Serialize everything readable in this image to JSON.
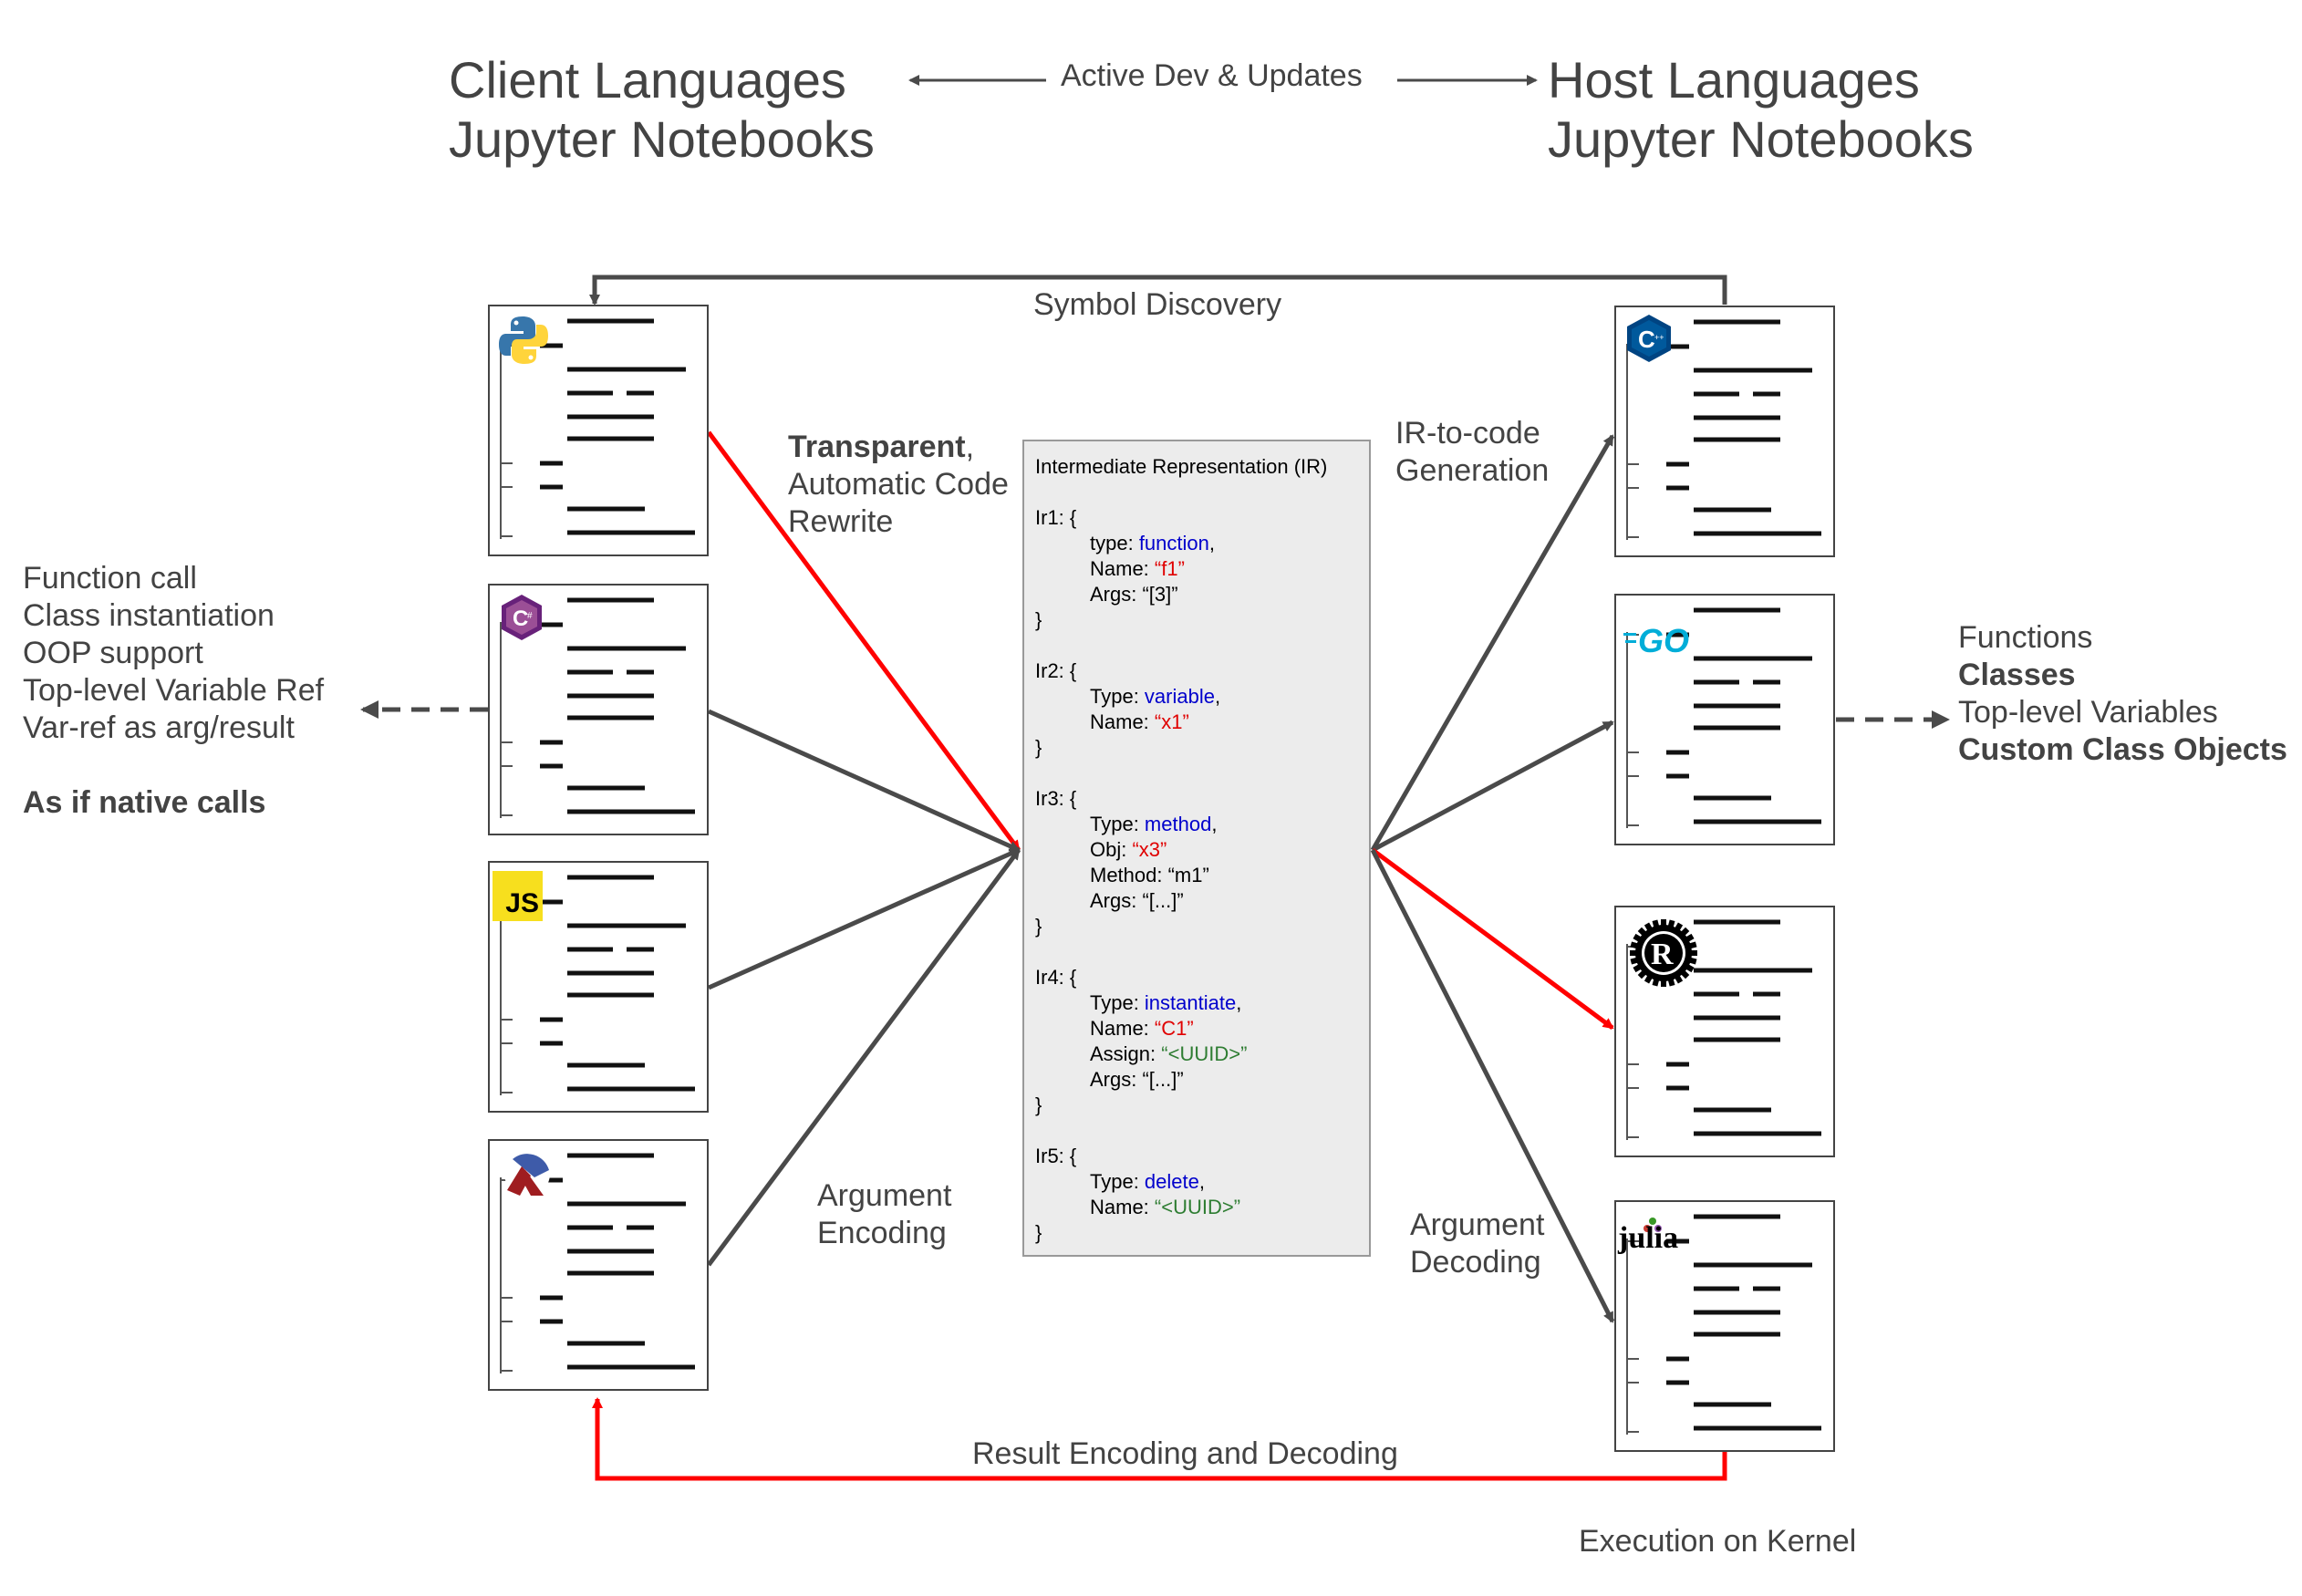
{
  "header": {
    "client_line1": "Client Languages",
    "client_line2": "Jupyter Notebooks",
    "host_line1": "Host Languages",
    "host_line2": "Jupyter Notebooks",
    "active_dev": "Active Dev & Updates"
  },
  "labels": {
    "symbol_discovery": "Symbol Discovery",
    "transparent_bold": "Transparent",
    "transparent_rest": ",",
    "automatic_code": "Automatic Code",
    "rewrite": "Rewrite",
    "ir_to_code_1": "IR-to-code",
    "ir_to_code_2": "Generation",
    "arg_encoding_1": "Argument",
    "arg_encoding_2": "Encoding",
    "arg_decoding_1": "Argument",
    "arg_decoding_2": "Decoding",
    "result_encoding": "Result Encoding and Decoding",
    "execution_on_kernel": "Execution on Kernel"
  },
  "left_features": {
    "items": [
      "Function call",
      "Class instantiation",
      "OOP support",
      "Top-level Variable Ref",
      "Var-ref as arg/result"
    ],
    "emphasis": "As if native calls"
  },
  "right_features": {
    "items": [
      {
        "text": "Functions",
        "bold": false
      },
      {
        "text": "Classes",
        "bold": true
      },
      {
        "text": "Top-level Variables",
        "bold": false
      },
      {
        "text": "Custom Class Objects",
        "bold": true
      }
    ]
  },
  "ir": {
    "title": "Intermediate Representation (IR)",
    "blocks": [
      {
        "open": "Ir1: {",
        "rows": [
          {
            "key": "type: ",
            "val": "function",
            "cls": "kw",
            "tail": ","
          },
          {
            "key": "Name: ",
            "val": "“f1”",
            "cls": "str",
            "tail": ""
          },
          {
            "key": "Args: “[3]”",
            "val": "",
            "cls": "",
            "tail": ""
          }
        ]
      },
      {
        "open": "Ir2: {",
        "rows": [
          {
            "key": "Type: ",
            "val": "variable",
            "cls": "kw",
            "tail": ","
          },
          {
            "key": "Name: ",
            "val": "“x1”",
            "cls": "str",
            "tail": ""
          }
        ]
      },
      {
        "open": "Ir3: {",
        "rows": [
          {
            "key": "Type: ",
            "val": "method",
            "cls": "kw",
            "tail": ","
          },
          {
            "key": "Obj: ",
            "val": "“x3”",
            "cls": "str",
            "tail": ""
          },
          {
            "key": "Method: “m1”",
            "val": "",
            "cls": "",
            "tail": ""
          },
          {
            "key": "Args: “[...]”",
            "val": "",
            "cls": "",
            "tail": ""
          }
        ]
      },
      {
        "open": "Ir4: {",
        "rows": [
          {
            "key": "Type: ",
            "val": "instantiate",
            "cls": "kw",
            "tail": ","
          },
          {
            "key": "Name: ",
            "val": "“C1”",
            "cls": "str",
            "tail": ""
          },
          {
            "key": "Assign: ",
            "val": "“<UUID>”",
            "cls": "uid",
            "tail": ""
          },
          {
            "key": "Args: “[...]”",
            "val": "",
            "cls": "",
            "tail": ""
          }
        ]
      },
      {
        "open": "Ir5: {",
        "rows": [
          {
            "key": "Type: ",
            "val": "delete",
            "cls": "kw",
            "tail": ","
          },
          {
            "key": "Name: ",
            "val": "“<UUID>”",
            "cls": "uid",
            "tail": ""
          }
        ]
      }
    ],
    "close": "}"
  },
  "icons": {
    "client": [
      "python-icon",
      "csharp-icon",
      "javascript-icon",
      "racket-icon"
    ],
    "host": [
      "cpp-icon",
      "go-icon",
      "rust-icon",
      "julia-icon"
    ],
    "js_text": "JS",
    "go_text": "GO",
    "julia_text": "julia",
    "cpp_text": "C",
    "csharp_text": "C",
    "rust_text": "R"
  },
  "colors": {
    "arrow_gray": "#4a4a4a",
    "arrow_red": "#ff0000",
    "ir_keyword": "#0000cc",
    "ir_string": "#e00000",
    "ir_uuid": "#2e7d32",
    "ir_bg": "#ececec"
  }
}
